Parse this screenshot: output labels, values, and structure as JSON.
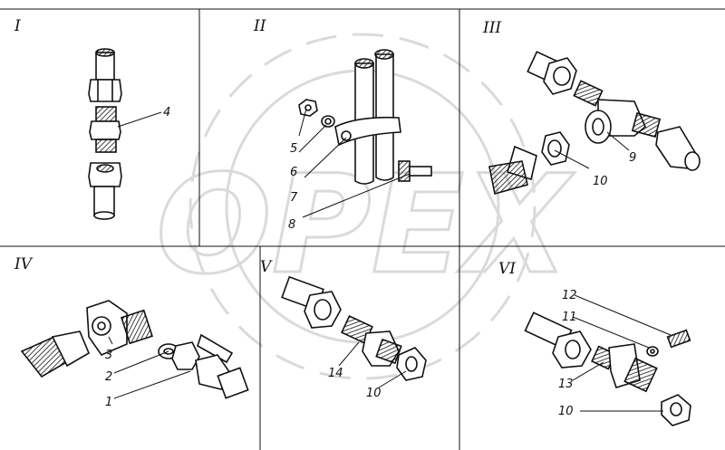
{
  "watermark": "OPEX",
  "panels": [
    {
      "id": "I",
      "label": "I"
    },
    {
      "id": "II",
      "label": "II"
    },
    {
      "id": "III",
      "label": "III"
    },
    {
      "id": "IV",
      "label": "IV"
    },
    {
      "id": "V",
      "label": "V"
    },
    {
      "id": "VI",
      "label": "VI"
    }
  ],
  "callouts": [
    {
      "id": "c4",
      "label": "4"
    },
    {
      "id": "c5",
      "label": "5"
    },
    {
      "id": "c6",
      "label": "6"
    },
    {
      "id": "c7",
      "label": "7"
    },
    {
      "id": "c8",
      "label": "8"
    },
    {
      "id": "c9",
      "label": "9"
    },
    {
      "id": "c10a",
      "label": "10"
    },
    {
      "id": "c3",
      "label": "3"
    },
    {
      "id": "c2",
      "label": "2"
    },
    {
      "id": "c1",
      "label": "1"
    },
    {
      "id": "c14",
      "label": "14"
    },
    {
      "id": "c10b",
      "label": "10"
    },
    {
      "id": "c12",
      "label": "12"
    },
    {
      "id": "c11",
      "label": "11"
    },
    {
      "id": "c13",
      "label": "13"
    },
    {
      "id": "c10c",
      "label": "10"
    }
  ],
  "colors": {
    "ink": "#111111",
    "watermark": "#bdbdbd",
    "paper": "#ffffff"
  }
}
